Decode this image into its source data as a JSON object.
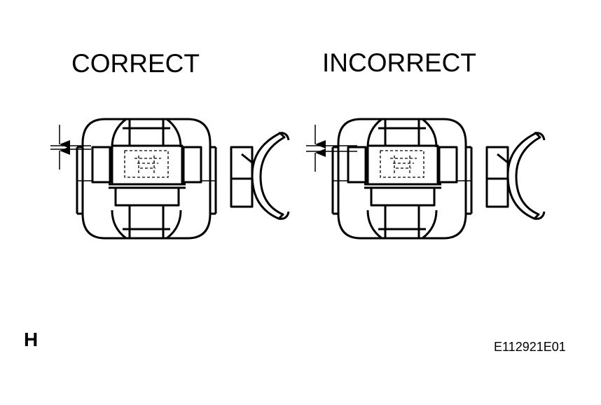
{
  "labels": {
    "correct": "CORRECT",
    "incorrect": "INCORRECT",
    "section": "H",
    "figure_code": "E112921E01"
  },
  "colors": {
    "ink": "#000000",
    "paper": "#ffffff"
  }
}
